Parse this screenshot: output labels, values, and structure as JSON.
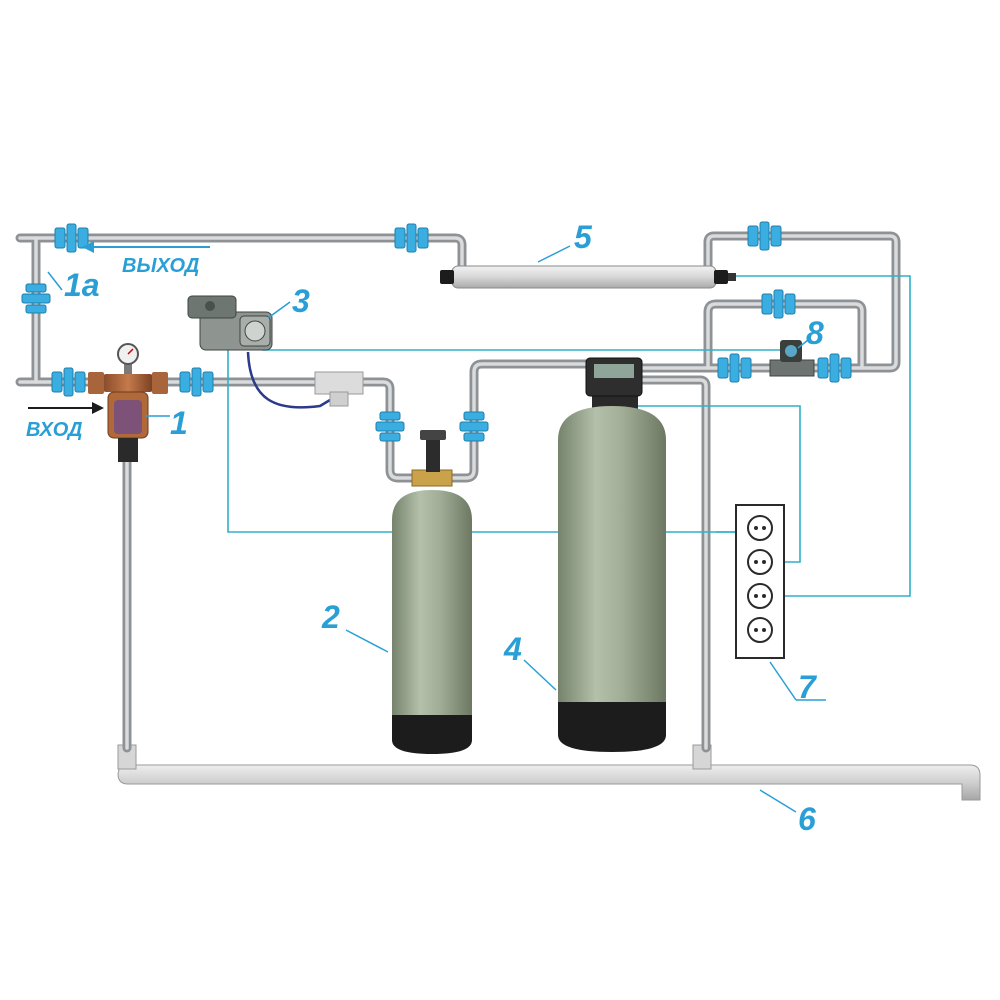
{
  "labels": {
    "inlet": "ВХОД",
    "outlet": "ВЫХОД",
    "n1": "1",
    "n1a": "1а",
    "n2": "2",
    "n3": "3",
    "n4": "4",
    "n5": "5",
    "n6": "6",
    "n7": "7",
    "n8": "8"
  },
  "colors": {
    "label": "#2a9fd6",
    "pipe": "#b5b8bb",
    "wire": "#2fb1c9",
    "tank": "#98a58e",
    "tank_base": "#1c1c1c",
    "fitting": "#3aaee0"
  }
}
